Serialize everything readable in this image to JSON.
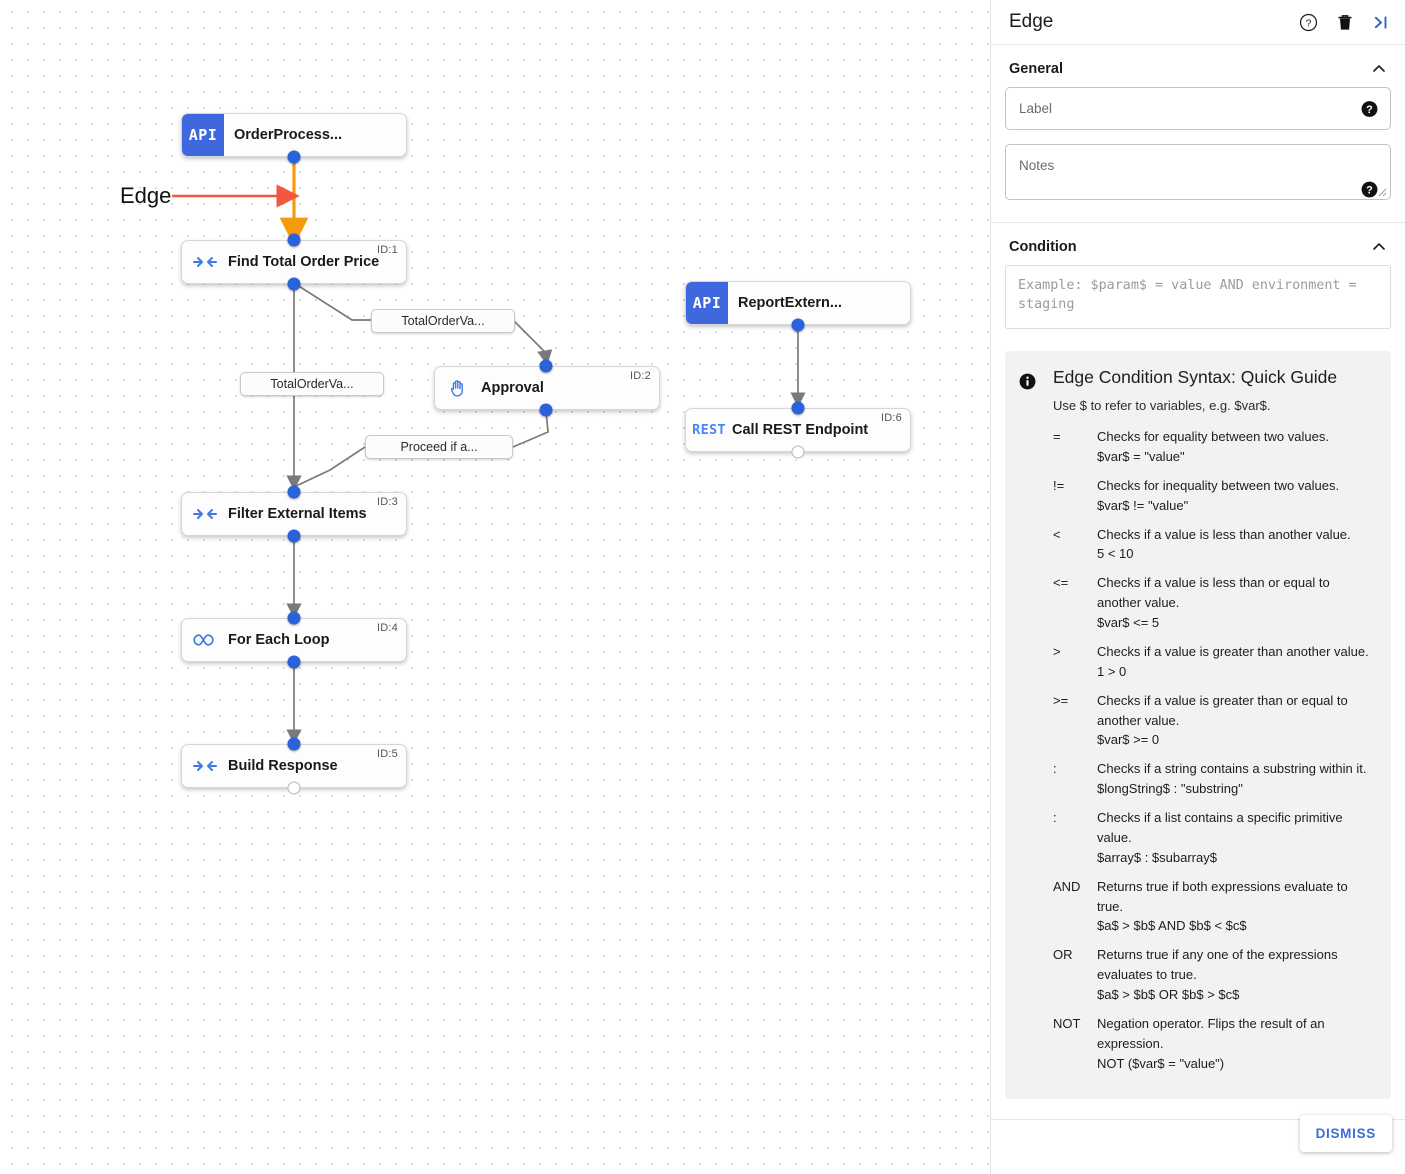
{
  "canvas": {
    "annotation": {
      "label": "Edge",
      "arrow_color": "#f2573d"
    },
    "nodes": [
      {
        "key": "n0",
        "badge": "API",
        "label": "OrderProcess...",
        "id": "",
        "icon": "api-badge"
      },
      {
        "key": "n1",
        "badge": "",
        "label": "Find Total Order Price",
        "id": "ID:1",
        "icon": "converge-arrows-icon"
      },
      {
        "key": "n2",
        "badge": "",
        "label": "Approval",
        "id": "ID:2",
        "icon": "hand-icon"
      },
      {
        "key": "n3",
        "badge": "",
        "label": "Filter External Items",
        "id": "ID:3",
        "icon": "converge-arrows-icon"
      },
      {
        "key": "n4",
        "badge": "",
        "label": "For Each Loop",
        "id": "ID:4",
        "icon": "infinity-icon"
      },
      {
        "key": "n5",
        "badge": "",
        "label": "Build Response",
        "id": "ID:5",
        "icon": "converge-arrows-icon"
      },
      {
        "key": "n6",
        "badge": "API",
        "label": "ReportExtern...",
        "id": "",
        "icon": "api-badge"
      },
      {
        "key": "n7",
        "badge": "REST",
        "label": "Call REST Endpoint",
        "id": "ID:6",
        "icon": "rest-icon"
      }
    ],
    "edge_labels": [
      {
        "key": "e0",
        "text": "TotalOrderVa..."
      },
      {
        "key": "e1",
        "text": "TotalOrderVa..."
      },
      {
        "key": "e2",
        "text": "Proceed if a..."
      }
    ]
  },
  "panel": {
    "title": "Edge",
    "icons": {
      "help": "help-circle-icon",
      "delete": "trash-icon",
      "collapse": "collapse-panel-icon"
    },
    "general": {
      "title": "General",
      "label_field": {
        "placeholder": "Label",
        "value": ""
      },
      "notes_field": {
        "placeholder": "Notes",
        "value": ""
      }
    },
    "condition": {
      "title": "Condition",
      "placeholder": "Example: $param$ = value AND environment = staging",
      "value": ""
    },
    "guide": {
      "title": "Edge Condition Syntax: Quick Guide",
      "subtitle": "Use $ to refer to variables, e.g. $var$.",
      "rows": [
        {
          "sym": "=",
          "desc": "Checks for equality between two values.",
          "ex": "$var$ = \"value\""
        },
        {
          "sym": "!=",
          "desc": "Checks for inequality between two values.",
          "ex": "$var$ != \"value\""
        },
        {
          "sym": "<",
          "desc": "Checks if a value is less than another value.",
          "ex": "5 < 10"
        },
        {
          "sym": "<=",
          "desc": "Checks if a value is less than or equal to another value.",
          "ex": "$var$ <= 5"
        },
        {
          "sym": ">",
          "desc": "Checks if a value is greater than another value.",
          "ex": "1 > 0"
        },
        {
          "sym": ">=",
          "desc": "Checks if a value is greater than or equal to another value.",
          "ex": "$var$ >= 0"
        },
        {
          "sym": ":",
          "desc": "Checks if a string contains a substring within it.",
          "ex": "$longString$ : \"substring\""
        },
        {
          "sym": ":",
          "desc": "Checks if a list contains a specific primitive value.",
          "ex": "$array$ : $subarray$"
        },
        {
          "sym": "AND",
          "desc": "Returns true if both expressions evaluate to true.",
          "ex": "$a$ > $b$ AND $b$ < $c$"
        },
        {
          "sym": "OR",
          "desc": "Returns true if any one of the expressions evaluates to true.",
          "ex": "$a$ > $b$ OR $b$ > $c$"
        },
        {
          "sym": "NOT",
          "desc": "Negation operator. Flips the result of an expression.",
          "ex": "NOT ($var$ = \"value\")"
        }
      ]
    },
    "dismiss_label": "DISMISS"
  },
  "colors": {
    "accent_blue": "#2b62d9",
    "badge_blue": "#3f68df",
    "highlight_orange": "#f59a0b",
    "annotation_red": "#f2573d",
    "edge_gray": "#7a7a7a"
  }
}
